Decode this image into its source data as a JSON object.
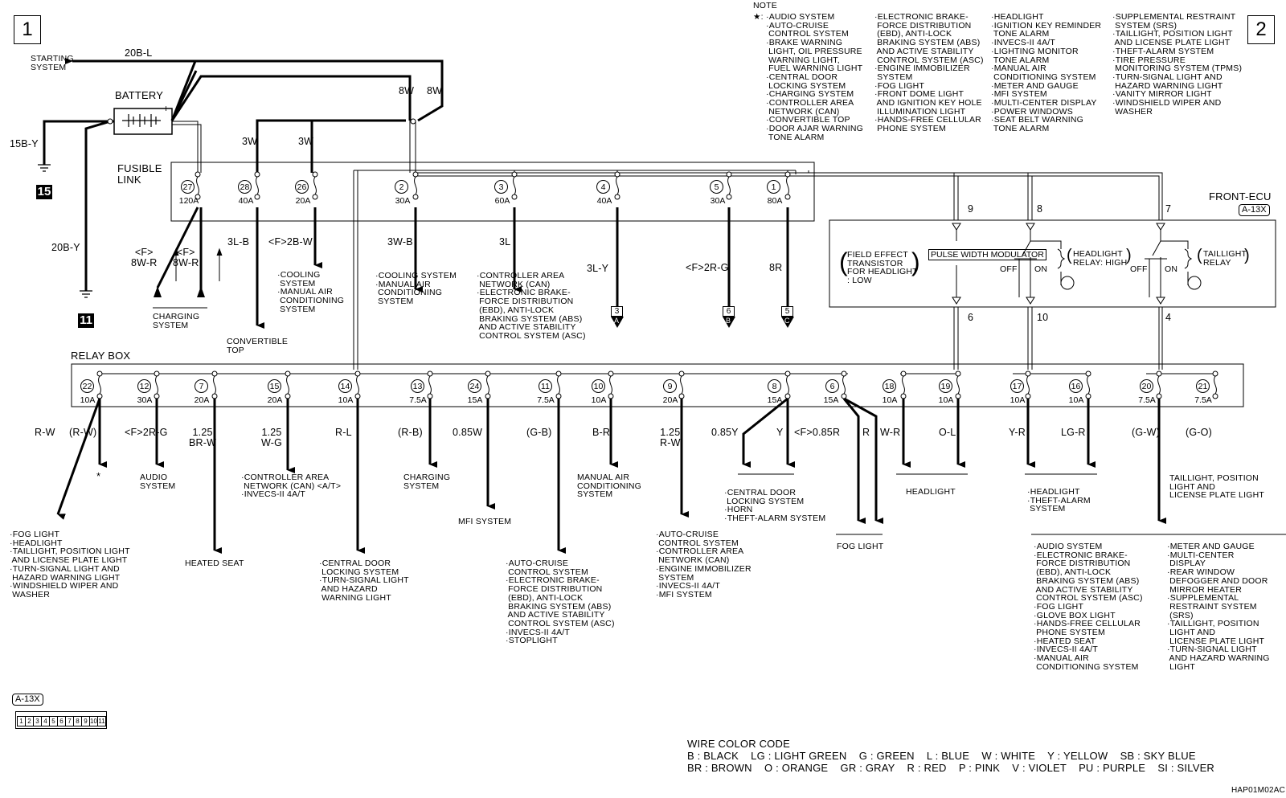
{
  "pages": {
    "left": "1",
    "right": "2"
  },
  "note": {
    "title": "NOTE",
    "star": "★:",
    "columns": [
      "·AUDIO SYSTEM\n·AUTO-CRUISE\n CONTROL SYSTEM\n·BRAKE WARNING\n LIGHT, OIL PRESSURE\n WARNING LIGHT,\n FUEL WARNING LIGHT\n·CENTRAL DOOR\n LOCKING SYSTEM\n·CHARGING SYSTEM\n·CONTROLLER AREA\n NETWORK (CAN)\n·CONVERTIBLE TOP\n·DOOR AJAR WARNING\n TONE ALARM",
      "·ELECTRONIC BRAKE-\n FORCE DISTRIBUTION\n (EBD), ANTI-LOCK\n BRAKING SYSTEM (ABS)\n AND ACTIVE STABILITY\n CONTROL SYSTEM (ASC)\n·ENGINE IMMOBILIZER\n SYSTEM\n·FOG LIGHT\n·FRONT DOME LIGHT\n AND IGNITION KEY HOLE\n ILLUMINATION LIGHT\n·HANDS-FREE CELLULAR\n PHONE SYSTEM",
      "·HEADLIGHT\n·IGNITION KEY REMINDER\n TONE ALARM\n·INVECS-II 4A/T\n·LIGHTING MONITOR\n TONE ALARM\n·MANUAL AIR\n CONDITIONING SYSTEM\n·METER AND GAUGE\n·MFI SYSTEM\n·MULTI-CENTER DISPLAY\n·POWER WINDOWS\n·SEAT BELT WARNING\n TONE ALARM",
      "·SUPPLEMENTAL RESTRAINT\n SYSTEM (SRS)\n·TAILLIGHT, POSITION LIGHT\n AND LICENSE PLATE LIGHT\n·THEFT-ALARM SYSTEM\n·TIRE PRESSURE\n MONITORING SYSTEM (TPMS)\n·TURN-SIGNAL LIGHT AND\n HAZARD WARNING LIGHT\n·VANITY MIRROR LIGHT\n·WINDSHIELD WIPER AND\n WASHER"
    ]
  },
  "top": {
    "starting_system": "STARTING\nSYSTEM",
    "wire_20bl": "20B-L",
    "battery": "BATTERY",
    "wire_15by": "15B-Y",
    "ground_15": "15",
    "wire_20by": "20B-Y",
    "ground_11": "11",
    "wire_3w_a": "3W",
    "wire_3w_b": "3W",
    "wire_8w_a": "8W",
    "wire_8w_b": "8W",
    "fusible_link": "FUSIBLE\nLINK"
  },
  "fusible": [
    {
      "num": "27",
      "amp": "120A"
    },
    {
      "num": "28",
      "amp": "40A"
    },
    {
      "num": "26",
      "amp": "20A"
    },
    {
      "num": "2",
      "amp": "30A"
    },
    {
      "num": "3",
      "amp": "60A"
    },
    {
      "num": "4",
      "amp": "40A"
    },
    {
      "num": "5",
      "amp": "30A"
    },
    {
      "num": "1",
      "amp": "80A"
    }
  ],
  "fusible_out": {
    "f8wr_a": "<F>\n8W-R",
    "f8wr_b": "<F>\n8W-R",
    "charging": "CHARGING\nSYSTEM",
    "w3lb": "3L-B",
    "convertible": "CONVERTIBLE\nTOP",
    "w2bw": "<F>2B-W",
    "cooling1": "·COOLING\n SYSTEM\n·MANUAL AIR\n CONDITIONING\n SYSTEM",
    "w3wb": "3W-B",
    "cooling2": "·COOLING SYSTEM\n·MANUAL AIR\n CONDITIONING\n SYSTEM",
    "w3l": "3L",
    "can_list": "·CONTROLLER AREA\n NETWORK (CAN)\n·ELECTRONIC BRAKE-\n FORCE DISTRIBUTION\n (EBD), ANTI-LOCK\n BRAKING SYSTEM (ABS)\n AND ACTIVE STABILITY\n CONTROL SYSTEM (ASC)",
    "w3ly": "3L-Y",
    "w2rg": "<F>2R-G",
    "w8r": "8R",
    "conn_a": {
      "n": "3",
      "l": "A"
    },
    "conn_b": {
      "n": "6",
      "l": "B"
    },
    "conn_c": {
      "n": "5",
      "l": "C"
    }
  },
  "ecu": {
    "title": "FRONT-ECU",
    "ref": "A-13X",
    "pins_top": [
      "9",
      "8",
      "7"
    ],
    "pins_bottom": [
      "6",
      "10",
      "4"
    ],
    "fet": "FIELD EFFECT\nTRANSISTOR\nFOR HEADLIGHT\n: LOW",
    "pwm": "PULSE\nWIDTH\nMODULATOR",
    "off1": "OFF",
    "on1": "ON",
    "relay_high": "HEADLIGHT\nRELAY: HIGH",
    "off2": "OFF",
    "on2": "ON",
    "relay_tail": "TAILLIGHT\nRELAY"
  },
  "relay_box": {
    "title": "RELAY BOX",
    "fuses": [
      {
        "num": "22",
        "amp": "10A"
      },
      {
        "num": "12",
        "amp": "30A"
      },
      {
        "num": "7",
        "amp": "20A"
      },
      {
        "num": "15",
        "amp": "20A"
      },
      {
        "num": "14",
        "amp": "10A"
      },
      {
        "num": "13",
        "amp": "7.5A"
      },
      {
        "num": "24",
        "amp": "15A"
      },
      {
        "num": "11",
        "amp": "7.5A"
      },
      {
        "num": "10",
        "amp": "10A"
      },
      {
        "num": "9",
        "amp": "20A"
      },
      {
        "num": "8",
        "amp": "15A"
      },
      {
        "num": "6",
        "amp": "15A"
      },
      {
        "num": "18",
        "amp": "10A"
      },
      {
        "num": "19",
        "amp": "10A"
      },
      {
        "num": "17",
        "amp": "10A"
      },
      {
        "num": "16",
        "amp": "10A"
      },
      {
        "num": "20",
        "amp": "7.5A"
      },
      {
        "num": "21",
        "amp": "7.5A"
      }
    ]
  },
  "outputs": {
    "rw": "R-W",
    "rw2": "(R-W)",
    "star": "*",
    "rg": "<F>2R-G",
    "audio": "AUDIO\nSYSTEM",
    "brw": "1.25\nBR-W",
    "wg": "1.25\nW-G",
    "can_at": "·CONTROLLER AREA\n NETWORK (CAN) <A/T>\n·INVECS-II 4A/T",
    "rl": "R-L",
    "rb": "(R-B)",
    "charging": "CHARGING\nSYSTEM",
    "w085": "0.85W",
    "mfi": "MFI SYSTEM",
    "gb": "(G-B)",
    "br": "B-R",
    "manual_air": "MANUAL AIR\nCONDITIONING\nSYSTEM",
    "rw125": "1.25\nR-W",
    "y085": "0.85Y",
    "y": "Y",
    "r085": "<F>0.85R",
    "r": "R",
    "wr": "W-R",
    "ol": "O-L",
    "yr": "Y-R",
    "lgr": "LG-R",
    "gw": "(G-W)",
    "go": "(G-O)",
    "fog_list": "·FOG LIGHT\n·HEADLIGHT\n·TAILLIGHT, POSITION LIGHT\n AND LICENSE PLATE LIGHT\n·TURN-SIGNAL LIGHT AND\n HAZARD WARNING LIGHT\n·WINDSHIELD WIPER AND\n WASHER",
    "heated_seat": "HEATED SEAT",
    "central_door": "·CENTRAL DOOR\n LOCKING SYSTEM\n·TURN-SIGNAL LIGHT\n AND HAZARD\n WARNING LIGHT",
    "auto_cruise_list": "·AUTO-CRUISE\n CONTROL SYSTEM\n·ELECTRONIC BRAKE-\n FORCE DISTRIBUTION\n (EBD), ANTI-LOCK\n BRAKING SYSTEM (ABS)\n AND ACTIVE STABILITY\n CONTROL SYSTEM (ASC)\n·INVECS-II 4A/T\n·STOPLIGHT",
    "auto_cruise2": "·AUTO-CRUISE\n CONTROL SYSTEM\n·CONTROLLER AREA\n NETWORK (CAN)\n·ENGINE IMMOBILIZER\n SYSTEM\n·INVECS-II 4A/T\n·MFI SYSTEM",
    "central_horn": "·CENTRAL DOOR\n LOCKING SYSTEM\n·HORN\n·THEFT-ALARM SYSTEM",
    "fog_light": "FOG LIGHT",
    "headlight": "HEADLIGHT",
    "headlight_theft": "·HEADLIGHT\n·THEFT-ALARM\n SYSTEM",
    "taillight": "TAILLIGHT, POSITION\nLIGHT AND\nLICENSE PLATE LIGHT",
    "big_list_a": "·AUDIO SYSTEM\n·ELECTRONIC BRAKE-\n FORCE DISTRIBUTION\n (EBD), ANTI-LOCK\n BRAKING SYSTEM (ABS)\n AND ACTIVE STABILITY\n CONTROL SYSTEM (ASC)\n·FOG LIGHT\n·GLOVE BOX LIGHT\n·HANDS-FREE CELLULAR\n PHONE SYSTEM\n·HEATED SEAT\n·INVECS-II 4A/T\n·MANUAL AIR\n CONDITIONING SYSTEM",
    "big_list_b": "·METER AND GAUGE\n·MULTI-CENTER\n DISPLAY\n·REAR WINDOW\n DEFOGGER AND DOOR\n MIRROR HEATER\n·SUPPLEMENTAL\n RESTRAINT SYSTEM\n (SRS)\n·TAILLIGHT, POSITION\n LIGHT AND\n LICENSE PLATE LIGHT\n·TURN-SIGNAL LIGHT\n AND HAZARD WARNING\n LIGHT"
  },
  "connector": {
    "ref": "A-13X",
    "pins": [
      "1",
      "2",
      "3",
      "4",
      "5",
      "6",
      "7",
      "8",
      "9",
      "10",
      "11"
    ]
  },
  "color_code": {
    "title": "WIRE COLOR CODE",
    "row1": "B : BLACK    LG : LIGHT GREEN    G : GREEN    L : BLUE    W : WHITE    Y : YELLOW    SB : SKY BLUE",
    "row2": "BR : BROWN    O : ORANGE    GR : GRAY    R : RED    P : PINK    V : VIOLET    PU : PURPLE    SI : SILVER"
  },
  "code": "HAP01M02AC"
}
